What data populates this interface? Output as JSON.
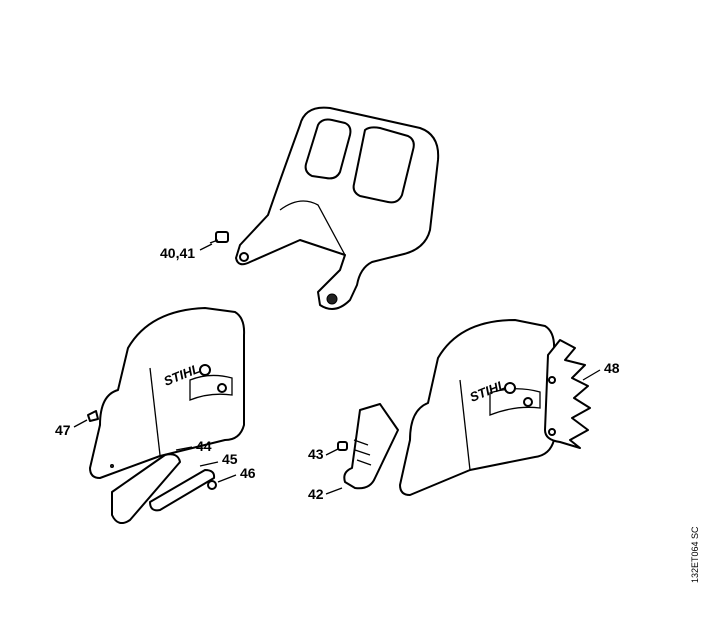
{
  "diagram": {
    "labels": {
      "p40_41": "40,41",
      "p47": "47",
      "p44": "44",
      "p45": "45",
      "p46": "46",
      "p43": "43",
      "p42": "42",
      "p48": "48"
    },
    "brand_logo": "STIHL",
    "reference_code": "132ET064 SC"
  }
}
